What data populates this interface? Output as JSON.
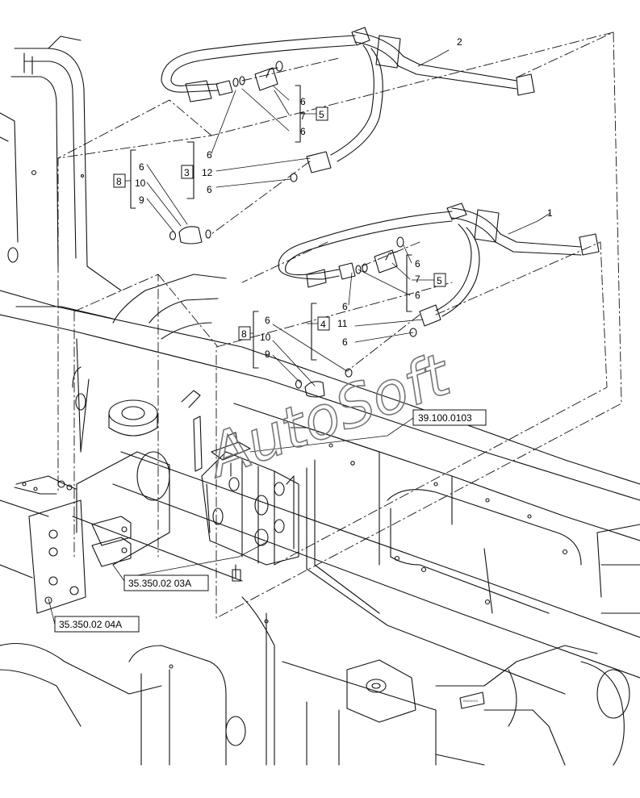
{
  "watermark": "AutoSoft",
  "stamp": "BNNN000",
  "item_numbers": {
    "n1": "1",
    "n2": "2",
    "a6a": "6",
    "a7": "7",
    "a6b": "6",
    "a5": "5",
    "b3": "3",
    "b6a": "6",
    "b12": "12",
    "b6b": "6",
    "c8": "8",
    "c6": "6",
    "c10": "10",
    "c9": "9",
    "d6a": "6",
    "d7": "7",
    "d6b": "6",
    "d5": "5",
    "e4": "4",
    "e6a": "6",
    "e11": "11",
    "e6b": "6",
    "f8": "8",
    "f6": "6",
    "f10": "10",
    "f9": "9"
  },
  "references": {
    "r1": "39.100.0103",
    "r2": "35.350.02 03A",
    "r3": "35.350.02 04A"
  }
}
